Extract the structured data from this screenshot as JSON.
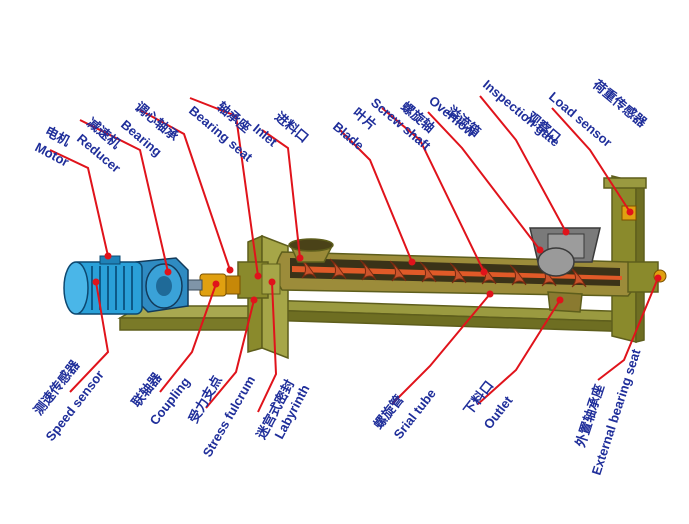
{
  "colors": {
    "label": "#1f2e9a",
    "leader": "#e0131b",
    "frame": "#8a8a2c",
    "frame_dark": "#5e5e1c",
    "tube": "#9a8a38",
    "screw": "#c9542c",
    "motor": "#2aa0d8",
    "coupling": "#e0a010",
    "gate": "#7a7a7a"
  },
  "labels": {
    "motor_en": "Motor",
    "motor_zh": "电机",
    "reducer_en": "Reducer",
    "reducer_zh": "减速机",
    "bearing_en": "Bearing",
    "bearing_zh": "调心轴承",
    "bearing_seat_en": "Bearing seat",
    "bearing_seat_zh": "轴承座",
    "inlet_en": "Inlet",
    "inlet_zh": "进料口",
    "blade_en": "Blade",
    "blade_zh": "叶片",
    "screw_shaft_en": "Screw shaft",
    "screw_shaft_zh": "螺旋轴",
    "overflow_en": "Overflow",
    "overflow_zh": "溢流箱",
    "inspection_gate_en": "Inspection gate",
    "inspection_gate_zh": "观察口",
    "load_sensor_en": "Load sensor",
    "load_sensor_zh": "荷重传感器",
    "speed_sensor_en": "Speed sensor",
    "speed_sensor_zh": "测速传感器",
    "coupling_en": "Coupling",
    "coupling_zh": "联轴器",
    "stress_fulcrum_en": "Stress fulcrum",
    "stress_fulcrum_zh": "受力支点",
    "labyrinth_en": "Labyrinth",
    "labyrinth_zh": "迷宫式密封",
    "spiral_tube_en": "Srial tube",
    "spiral_tube_zh": "螺旋管",
    "outlet_en": "Outlet",
    "outlet_zh": "下料口",
    "external_bearing_seat_en": "External bearing seat",
    "external_bearing_seat_zh": "外置轴承座"
  }
}
